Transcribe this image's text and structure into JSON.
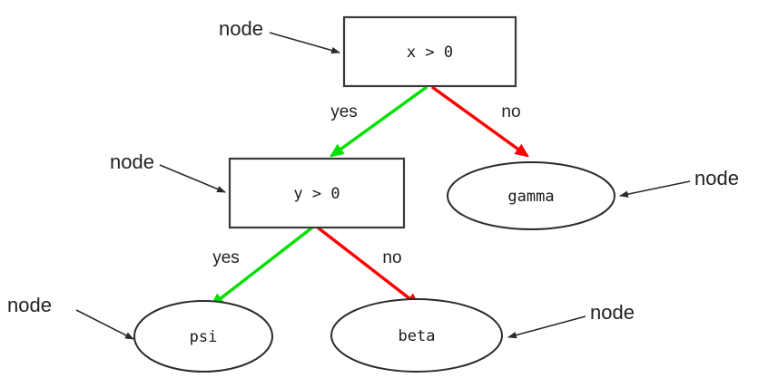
{
  "diagram": {
    "type": "decision-tree",
    "background": "#ffffff",
    "colors": {
      "yes_edge": "#00e000",
      "no_edge": "#ff0000",
      "box_stroke": "#3a3a3a",
      "ellipse_stroke": "#2b2b2b",
      "annotation_stroke": "#2a2a2a",
      "text": "#1a1a1a"
    },
    "decision_nodes": [
      {
        "id": "root",
        "label": "x > 0",
        "shape": "rectangle"
      },
      {
        "id": "second",
        "label": "y > 0",
        "shape": "rectangle"
      }
    ],
    "leaf_nodes": [
      {
        "id": "gamma",
        "label": "gamma",
        "shape": "ellipse"
      },
      {
        "id": "psi",
        "label": "psi",
        "shape": "ellipse"
      },
      {
        "id": "beta",
        "label": "beta",
        "shape": "ellipse"
      }
    ],
    "edges": [
      {
        "from": "root",
        "to": "second",
        "label": "yes",
        "color": "#00e000"
      },
      {
        "from": "root",
        "to": "gamma",
        "label": "no",
        "color": "#ff0000"
      },
      {
        "from": "second",
        "to": "psi",
        "label": "yes",
        "color": "#00e000"
      },
      {
        "from": "second",
        "to": "beta",
        "label": "no",
        "color": "#ff0000"
      }
    ],
    "annotations": [
      {
        "id": "annot-root",
        "label": "node",
        "target": "root"
      },
      {
        "id": "annot-second",
        "label": "node",
        "target": "second"
      },
      {
        "id": "annot-gamma",
        "label": "node",
        "target": "gamma"
      },
      {
        "id": "annot-psi",
        "label": "node",
        "target": "psi"
      },
      {
        "id": "annot-beta",
        "label": "node",
        "target": "beta"
      }
    ]
  }
}
